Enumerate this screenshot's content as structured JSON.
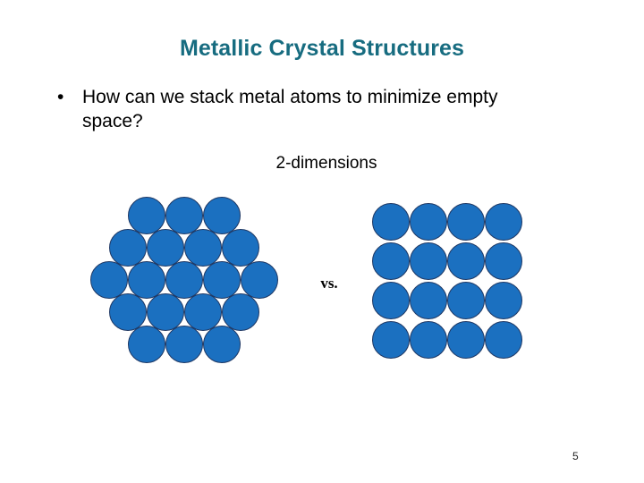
{
  "slide": {
    "title": "Metallic Crystal Structures",
    "page_number": "5",
    "background_color": "#FFFFFF",
    "title_color": "#176C80"
  },
  "body": {
    "bullet_marker": "•",
    "bullet_text": "How can we stack metal atoms to minimize empty space?",
    "dimension_caption": "2-dimensions",
    "comparison_label": "vs."
  },
  "figure": {
    "atom_fill_color": "#1B70C0",
    "atom_outline_color": "#1F3864",
    "atom_diameter": 42,
    "left_packing": {
      "name": "hexagonal-close-packed-2d",
      "rows_per_line": [
        3,
        4,
        5,
        4,
        3
      ],
      "total_atoms": 19,
      "row_pitch": 36,
      "column_pitch": 42
    },
    "right_packing": {
      "name": "square-packed-2d",
      "columns": 4,
      "rows": 4,
      "total_atoms": 16,
      "row_pitch": 44,
      "column_pitch": 42
    }
  }
}
